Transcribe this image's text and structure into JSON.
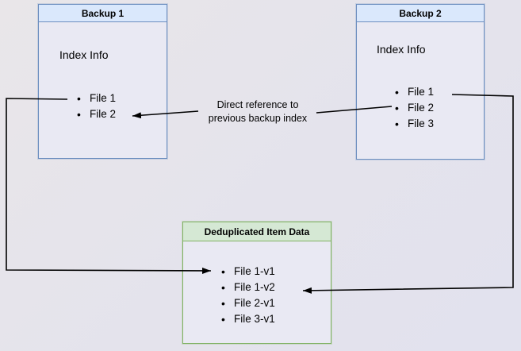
{
  "backup1": {
    "title": "Backup 1",
    "heading": "Index Info",
    "items": [
      "File 1",
      "File 2"
    ]
  },
  "backup2": {
    "title": "Backup 2",
    "heading": "Index Info",
    "items": [
      "File 1",
      "File 2",
      "File 3"
    ]
  },
  "dedup": {
    "title": "Deduplicated Item Data",
    "items": [
      "File 1-v1",
      "File 1-v2",
      "File 2-v1",
      "File 3-v1"
    ]
  },
  "arrow_label": {
    "line1": "Direct reference to",
    "line2": "previous backup index"
  },
  "colors": {
    "blue_border": "#6c8ebf",
    "blue_fill": "#dae8fc",
    "green_border": "#82b366",
    "green_fill": "#d5e8d4",
    "line": "#000000",
    "background": "#e4e3ec"
  }
}
